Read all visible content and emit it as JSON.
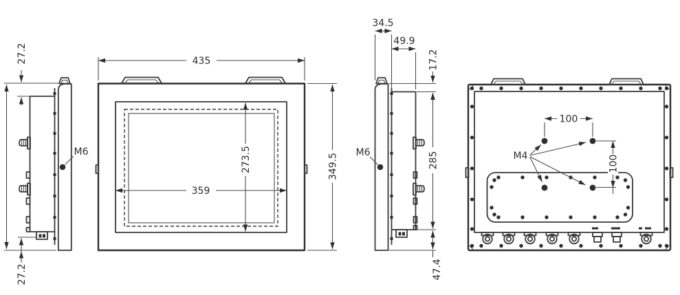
{
  "drawing_type": "panel-pc-dimension-drawing",
  "views": {
    "left_side": {
      "dims": {
        "top_offset": "27.2",
        "bottom_offset": "27.2"
      },
      "thread": "M6"
    },
    "front": {
      "dims": {
        "overall_width": "435",
        "overall_height": "349.5",
        "display_width": "359",
        "display_height": "273.5"
      }
    },
    "right_side": {
      "dims": {
        "front_depth": "34.5",
        "rear_depth": "49.9",
        "top_offset": "17.2",
        "rear_height": "285",
        "bottom_offset": "47.4"
      },
      "thread": "M6"
    },
    "rear": {
      "dims": {
        "mount_spacing_h": "100",
        "mount_spacing_v": "100"
      },
      "thread": "M4"
    }
  },
  "colors": {
    "line": "#2e2e2e",
    "thin_line": "#4a4a4a",
    "background": "#ffffff"
  }
}
